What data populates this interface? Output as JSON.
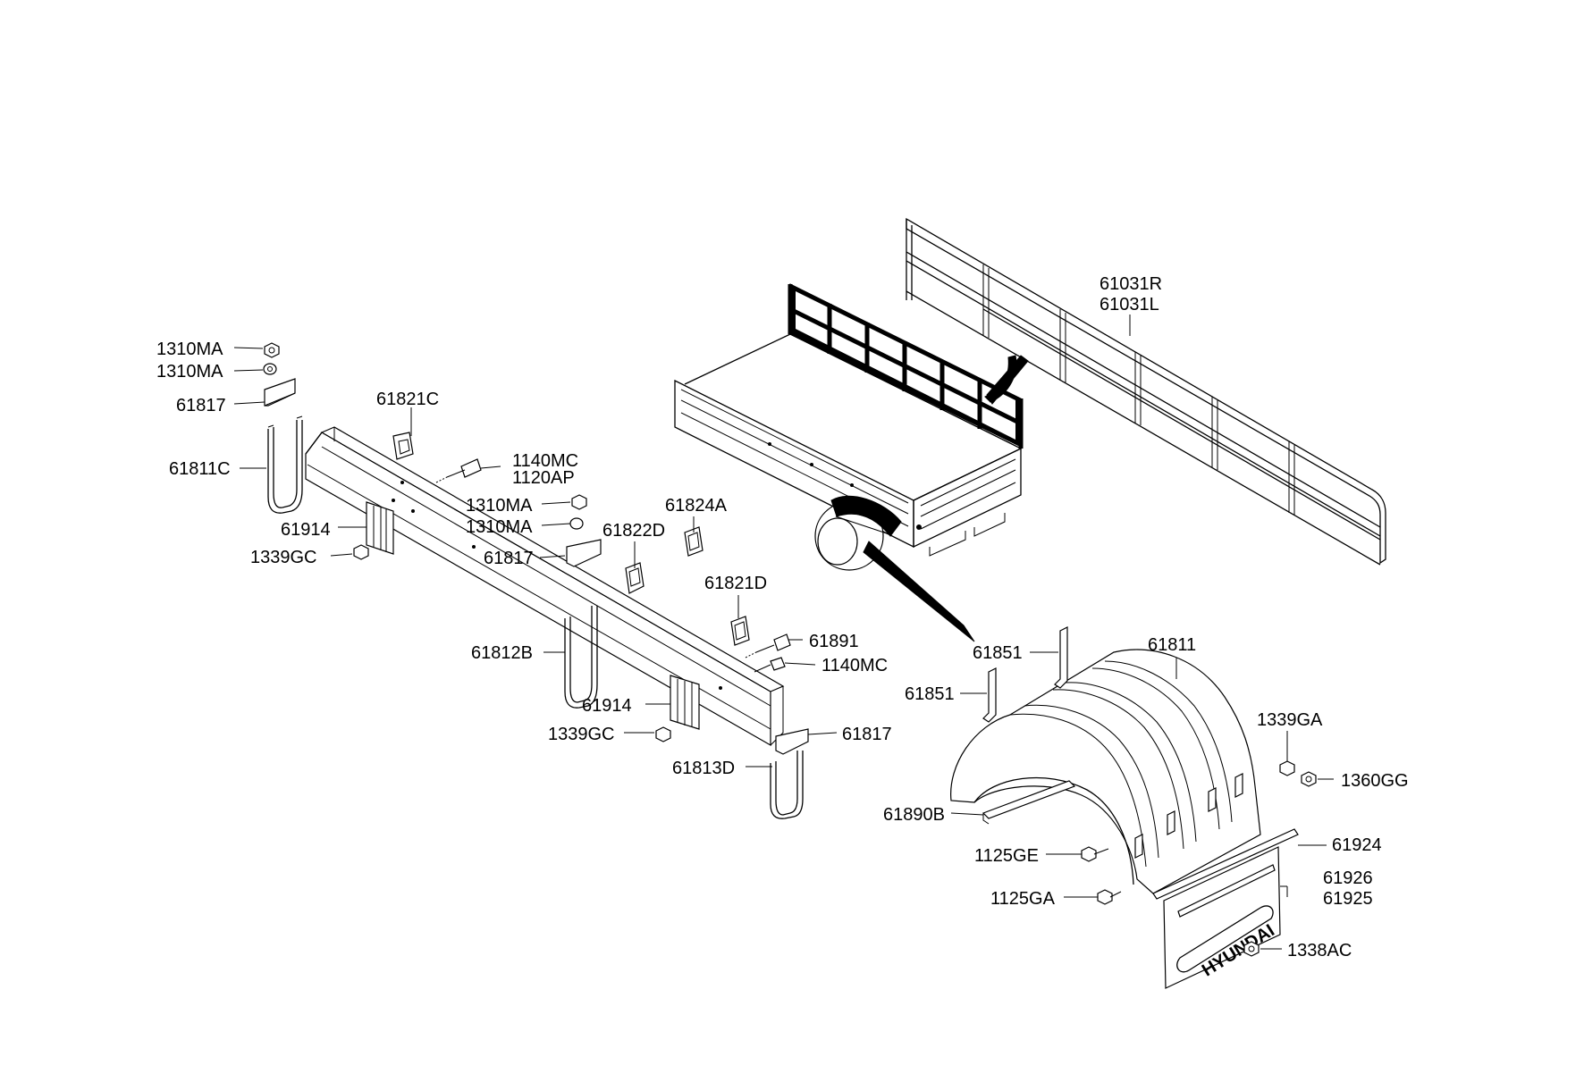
{
  "labels": {
    "l_1310MA_1": "1310MA",
    "l_1310MA_2": "1310MA",
    "l_61817_a": "61817",
    "l_61811C": "61811C",
    "l_61914_a": "61914",
    "l_1339GC_a": "1339GC",
    "l_61821C": "61821C",
    "l_1140MC_a": "1140MC",
    "l_1120AP": "1120AP",
    "l_1310MA_3": "1310MA",
    "l_1310MA_4": "1310MA",
    "l_61817_b": "61817",
    "l_61822D": "61822D",
    "l_61824A": "61824A",
    "l_61821D": "61821D",
    "l_61891": "61891",
    "l_1140MC_b": "1140MC",
    "l_61812B": "61812B",
    "l_61914_b": "61914",
    "l_1339GC_b": "1339GC",
    "l_61817_c": "61817",
    "l_61813D": "61813D",
    "l_61031R": "61031R",
    "l_61031L": "61031L",
    "l_61851_a": "61851",
    "l_61851_b": "61851",
    "l_61811": "61811",
    "l_1339GA": "1339GA",
    "l_1360GG": "1360GG",
    "l_61890B": "61890B",
    "l_1125GE": "1125GE",
    "l_1125GA": "1125GA",
    "l_61924": "61924",
    "l_61926": "61926",
    "l_61925": "61925",
    "l_1338AC": "1338AC",
    "brand": "HYUNDAI"
  }
}
